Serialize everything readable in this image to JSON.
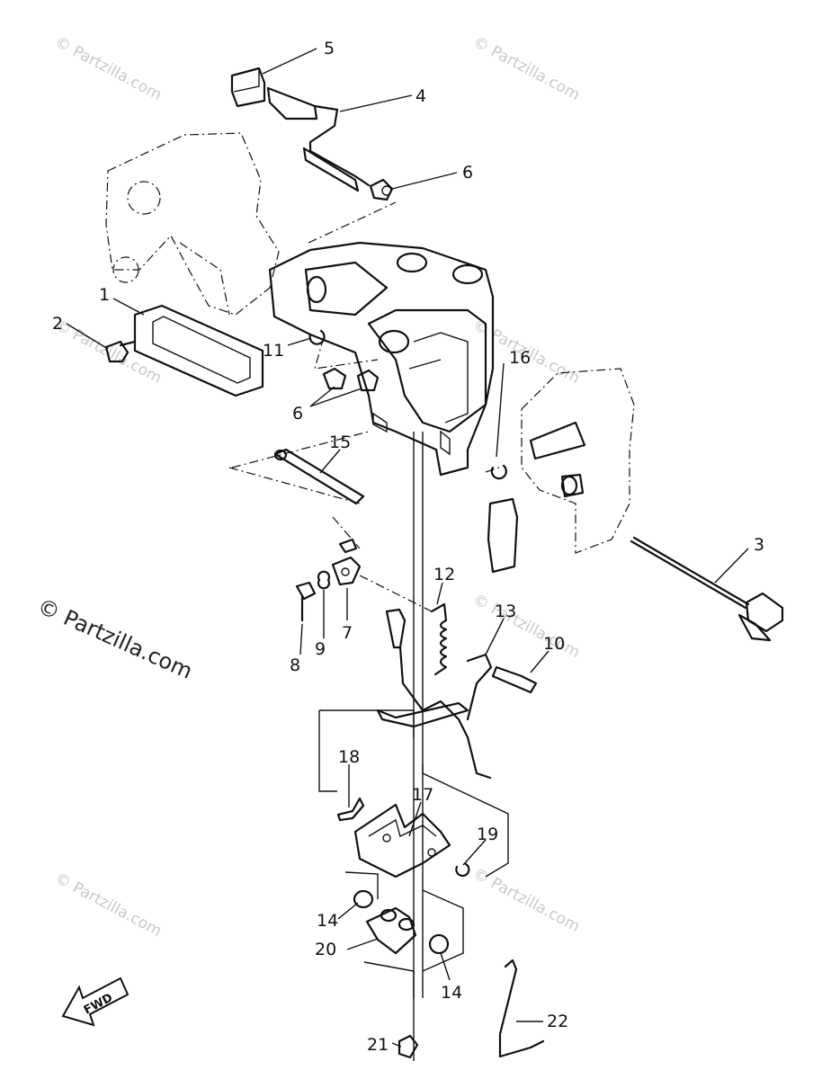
{
  "watermarks": {
    "small": "© Partzilla.com",
    "large": "© Partzilla.com"
  },
  "callouts": {
    "c1": "1",
    "c2": "2",
    "c3": "3",
    "c4": "4",
    "c5": "5",
    "c6a": "6",
    "c6b": "6",
    "c7": "7",
    "c8": "8",
    "c9": "9",
    "c10": "10",
    "c11": "11",
    "c12": "12",
    "c13": "13",
    "c14a": "14",
    "c14b": "14",
    "c15": "15",
    "c16": "16",
    "c17": "17",
    "c18": "18",
    "c19": "19",
    "c20": "20",
    "c21": "21",
    "c22": "22"
  },
  "direction_badge": "FWD"
}
